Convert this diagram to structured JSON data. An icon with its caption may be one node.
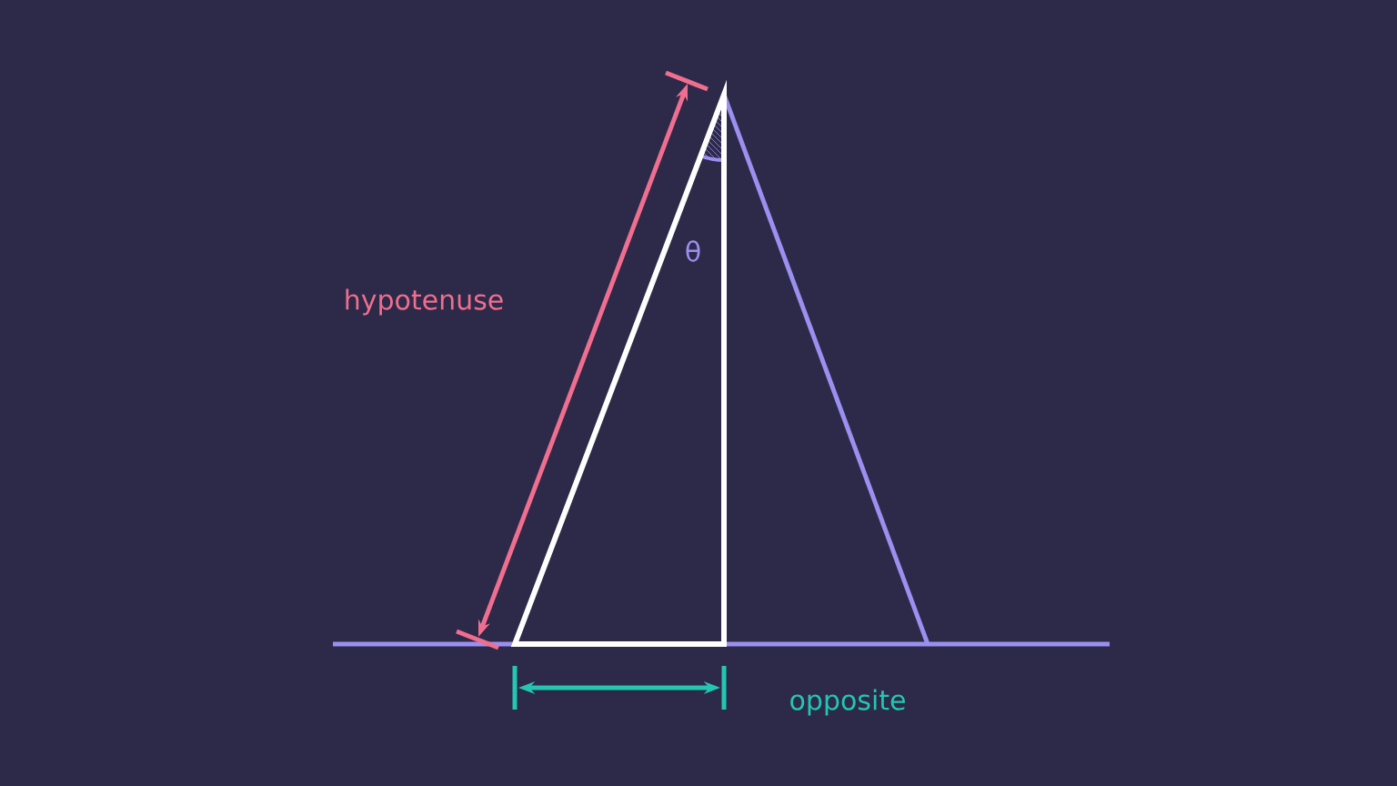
{
  "diagram": {
    "labels": [
      "hypotenuse",
      "θ",
      "opposite"
    ]
  }
}
